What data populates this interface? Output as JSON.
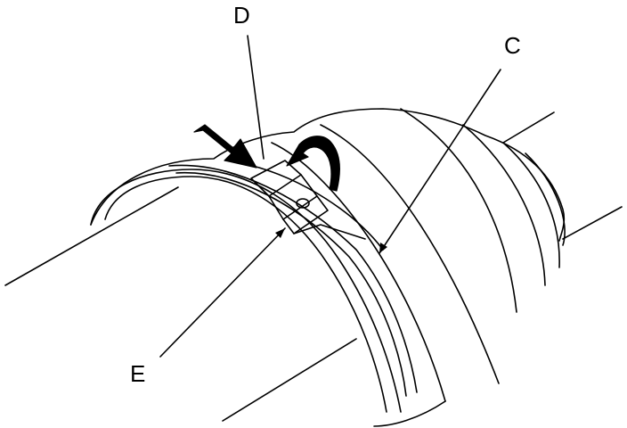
{
  "diagram": {
    "callouts": {
      "d": "D",
      "c": "C",
      "e": "E"
    },
    "colors": {
      "line": "#000000",
      "background": "#ffffff"
    },
    "icons": {
      "push_arrow": "push-arrow-icon",
      "rotate_arrow": "rotate-arrow-icon"
    }
  }
}
